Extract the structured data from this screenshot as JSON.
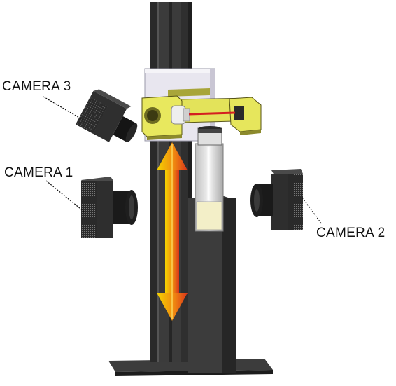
{
  "labels": {
    "camera3": "CAMERA 3",
    "camera1": "CAMERA 1",
    "camera2": "CAMERA 2"
  },
  "colors": {
    "rail": "#3a3a3a",
    "rail_dark": "#242424",
    "carriage": "#e6e4ee",
    "bracket": "#e3e35a",
    "laser": "#d42020",
    "liquid": "#f3efc8",
    "arrow_start": "#f2d200",
    "arrow_end": "#e23a1a",
    "camera_body": "#2e2e2e"
  }
}
